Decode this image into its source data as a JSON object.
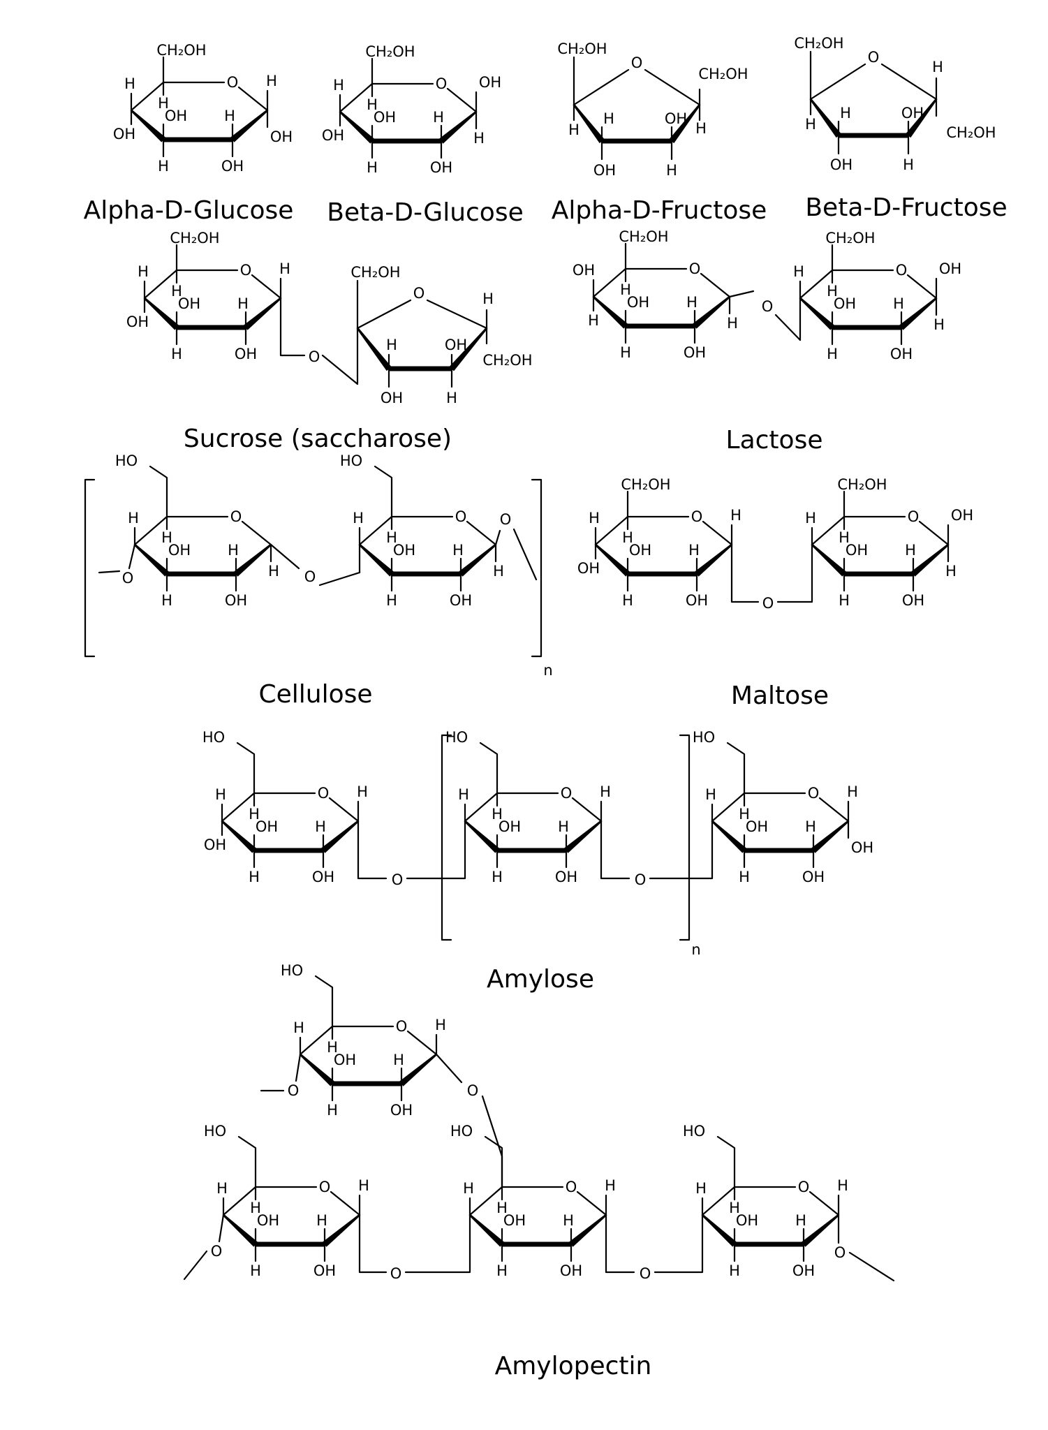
{
  "atoms": {
    "hydrogen": "H",
    "oxygen": "O",
    "hydroxyl": "OH",
    "hydroxyl_left": "HO",
    "ch2oh": "CH₂OH",
    "repeat": "n"
  },
  "molecules": {
    "alpha_d_glucose": "Alpha-D-Glucose",
    "beta_d_glucose": "Beta-D-Glucose",
    "alpha_d_fructose": "Alpha-D-Fructose",
    "beta_d_fructose": "Beta-D-Fructose",
    "sucrose": "Sucrose (saccharose)",
    "lactose": "Lactose",
    "cellulose": "Cellulose",
    "maltose": "Maltose",
    "amylose": "Amylose",
    "amylopectin": "Amylopectin"
  }
}
